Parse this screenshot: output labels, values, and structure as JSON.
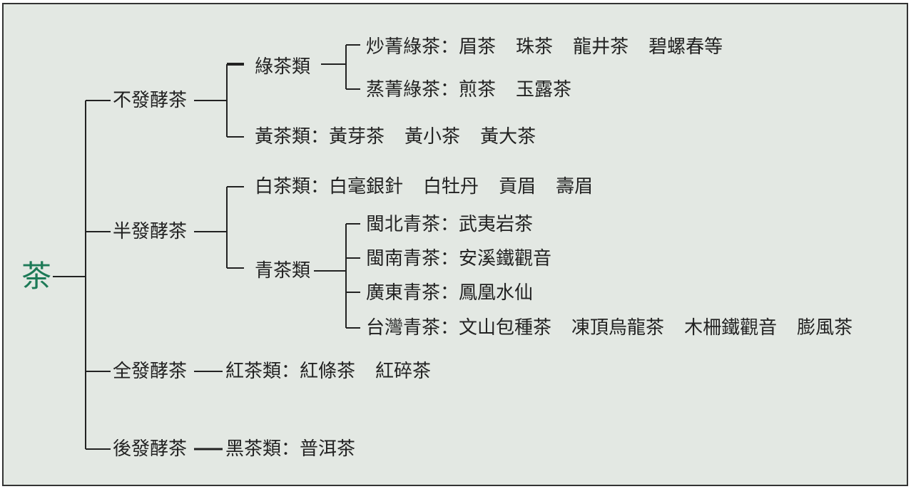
{
  "colors": {
    "root": "#1d7a57",
    "text": "#222222",
    "line": "#222222",
    "background": "#e3e8e3",
    "border": "#333333"
  },
  "root": "茶",
  "categories": [
    {
      "label": "不發酵茶",
      "subgroups": [
        {
          "label": "綠茶類",
          "items": [
            {
              "label": "炒菁綠茶",
              "examples": [
                "眉茶",
                "珠茶",
                "龍井茶",
                "碧螺春等"
              ]
            },
            {
              "label": "蒸菁綠茶",
              "examples": [
                "煎茶",
                "玉露茶"
              ]
            }
          ]
        },
        {
          "label": "黃茶類",
          "examples": [
            "黃芽茶",
            "黃小茶",
            "黃大茶"
          ]
        }
      ]
    },
    {
      "label": "半發酵茶",
      "subgroups": [
        {
          "label": "白茶類",
          "examples": [
            "白毫銀針",
            "白牡丹",
            "貢眉",
            "壽眉"
          ]
        },
        {
          "label": "青茶類",
          "items": [
            {
              "label": "閩北青茶",
              "examples": [
                "武夷岩茶"
              ]
            },
            {
              "label": "閩南青茶",
              "examples": [
                "安溪鐵觀音"
              ]
            },
            {
              "label": "廣東青茶",
              "examples": [
                "鳳凰水仙"
              ]
            },
            {
              "label": "台灣青茶",
              "examples": [
                "文山包種茶",
                "凍頂烏龍茶",
                "木柵鐵觀音",
                "膨風茶"
              ]
            }
          ]
        }
      ]
    },
    {
      "label": "全發酵茶",
      "subgroups": [
        {
          "label": "紅茶類",
          "examples": [
            "紅條茶",
            "紅碎茶"
          ]
        }
      ]
    },
    {
      "label": "後發酵茶",
      "subgroups": [
        {
          "label": "黑茶類",
          "examples": [
            "普洱茶"
          ]
        }
      ]
    }
  ]
}
